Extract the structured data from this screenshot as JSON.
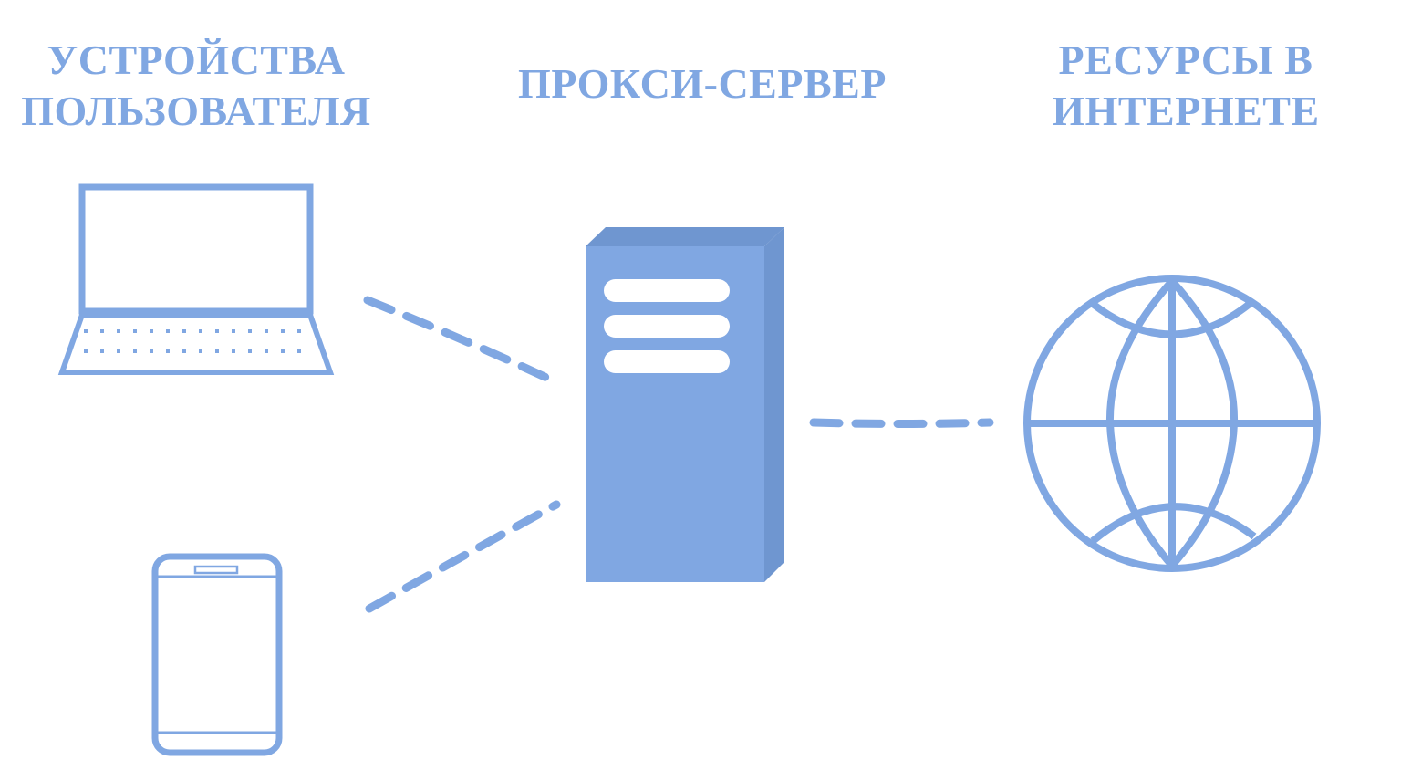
{
  "headings": {
    "devices": {
      "line1": "УСТРОЙСТВА",
      "line2": "ПОЛЬЗОВАТЕЛЯ"
    },
    "proxy": {
      "line1": "ПРОКСИ-СЕРВЕР"
    },
    "internet": {
      "line1": "РЕСУРСЫ В",
      "line2": "ИНТЕРНЕТЕ"
    }
  },
  "icons": {
    "laptop": "laptop-icon",
    "phone": "smartphone-icon",
    "server": "server-tower-icon",
    "globe": "globe-icon"
  },
  "colors": {
    "primary": "#80a7e2",
    "primary_dark": "#6f96d0",
    "panel_light": "#ffffff",
    "background": "#ffffff"
  }
}
